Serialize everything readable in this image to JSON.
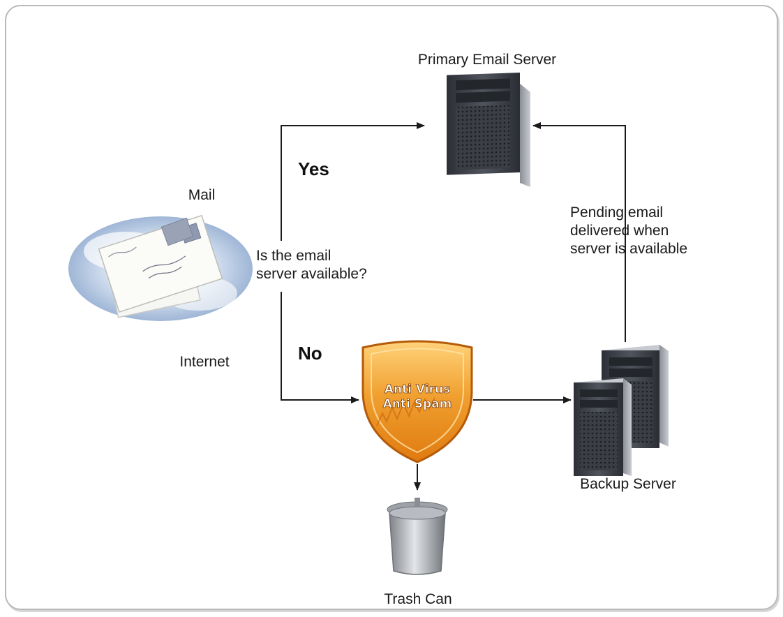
{
  "nodes": {
    "primary_server": "Primary Email Server",
    "mail": "Mail",
    "internet": "Internet",
    "backup_server": "Backup Server",
    "trash": "Trash Can",
    "shield_line1": "Anti Virus",
    "shield_line2": "Anti Spam"
  },
  "decision": {
    "line1": "Is the email",
    "line2": "server available?"
  },
  "branches": {
    "yes": "Yes",
    "no": "No"
  },
  "pending": {
    "line1": "Pending email",
    "line2": "delivered when",
    "line3": "server is available"
  },
  "icons": {
    "mail": "envelope-cloud-icon",
    "primary_server": "tower-server-icon",
    "backup_server": "dual-tower-server-icon",
    "shield": "antivirus-shield-icon",
    "trash": "trash-can-icon"
  },
  "colors": {
    "frame": "#b9b9b9",
    "shield_orange": "#f0a030",
    "server_dark": "#3a3d44",
    "line": "#1a1a1a"
  }
}
